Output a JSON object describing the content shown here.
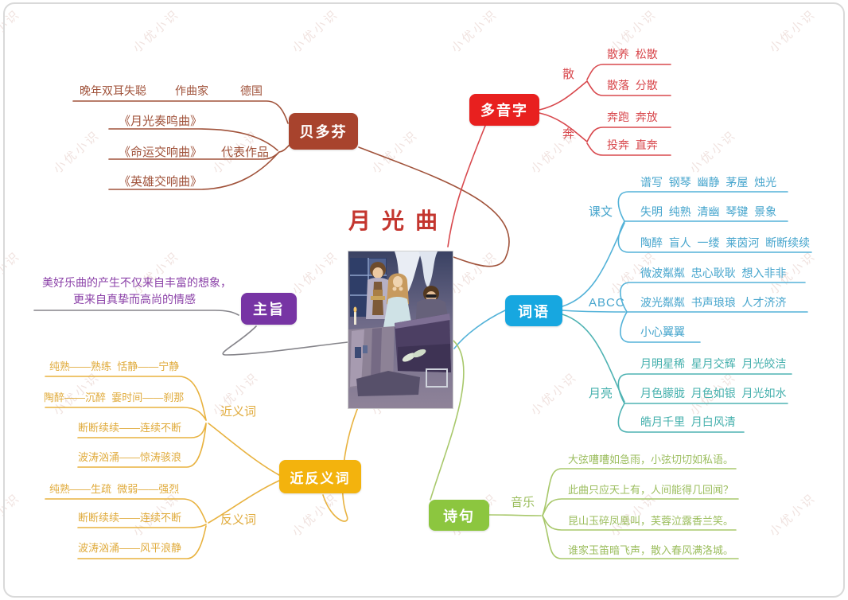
{
  "watermark": {
    "text": "小优小识"
  },
  "center": {
    "title": "月光曲"
  },
  "beethoven": {
    "node": "贝多芬",
    "info": [
      "晚年双耳失聪",
      "作曲家",
      "德国"
    ],
    "works_label": "代表作品",
    "works": [
      "《月光奏鸣曲》",
      "《命运交响曲》",
      "《英雄交响曲》"
    ]
  },
  "duoyinzi": {
    "node": "多音字",
    "groups": [
      {
        "char": "散",
        "rows": [
          "散养  松散",
          "散落  分散"
        ]
      },
      {
        "char": "奔",
        "rows": [
          "奔跑  奔放",
          "投奔  直奔"
        ]
      }
    ]
  },
  "ciyu": {
    "node": "词语",
    "groups": [
      {
        "label": "课文",
        "rows": [
          "谱写  钢琴  幽静  茅屋  烛光",
          "失明  纯熟  清幽  琴键  景象",
          "陶醉  盲人  一缕  莱茵河  断断续续"
        ]
      },
      {
        "label": "ABCC",
        "rows": [
          "微波粼粼  忠心耿耿  想入非非",
          "波光粼粼  书声琅琅  人才济济",
          "小心翼翼"
        ]
      },
      {
        "label": "月亮",
        "rows": [
          "月明星稀  星月交辉  月光皎洁",
          "月色朦胧  月色如银  月光如水",
          "皓月千里  月白风清"
        ]
      }
    ]
  },
  "zhuzhi": {
    "node": "主旨",
    "line1": "美好乐曲的产生不仅来自丰富的想象，",
    "line2": "更来自真挚而高尚的情感"
  },
  "jinfanyici": {
    "node": "近反义词",
    "groups": [
      {
        "label": "近义词",
        "rows": [
          "纯熟——熟练  恬静——宁静",
          "陶醉——沉醉  霎时间——刹那",
          "断断续续——连续不断",
          "波涛汹涌——惊涛骇浪"
        ]
      },
      {
        "label": "反义词",
        "rows": [
          "纯熟——生疏  微弱——强烈",
          "断断续续——连续不断",
          "波涛汹涌——风平浪静"
        ]
      }
    ]
  },
  "shiju": {
    "node": "诗句",
    "label": "音乐",
    "rows": [
      "大弦嘈嘈如急雨，小弦切切如私语。",
      "此曲只应天上有，人间能得几回闻？",
      "昆山玉碎凤凰叫，芙蓉泣露香兰笑。",
      "谁家玉笛暗飞声，散入春风满洛城。"
    ]
  },
  "colors": {
    "beethoven": "#a8432d",
    "duoyinzi": "#e8201f",
    "ciyu": "#17a7e0",
    "zhuzhi": "#7734a4",
    "jinfanyici": "#f3b30d",
    "shiju": "#8cc63f",
    "title": "#c4362f",
    "moon_subbranch": "#45b0ad"
  }
}
